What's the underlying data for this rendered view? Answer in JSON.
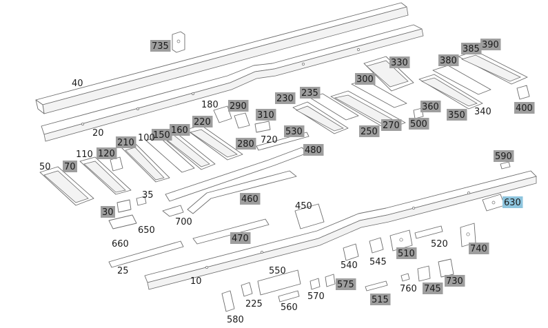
{
  "diagram": {
    "callouts": [
      {
        "id": "735",
        "highlighted": false,
        "boxed": true
      },
      {
        "id": "40",
        "highlighted": false,
        "boxed": false
      },
      {
        "id": "20",
        "highlighted": false,
        "boxed": false
      },
      {
        "id": "330",
        "highlighted": false,
        "boxed": true
      },
      {
        "id": "300",
        "highlighted": false,
        "boxed": true
      },
      {
        "id": "385",
        "highlighted": false,
        "boxed": true
      },
      {
        "id": "390",
        "highlighted": false,
        "boxed": true
      },
      {
        "id": "380",
        "highlighted": false,
        "boxed": true
      },
      {
        "id": "230",
        "highlighted": false,
        "boxed": true
      },
      {
        "id": "235",
        "highlighted": false,
        "boxed": true
      },
      {
        "id": "180",
        "highlighted": false,
        "boxed": false
      },
      {
        "id": "290",
        "highlighted": false,
        "boxed": true
      },
      {
        "id": "360",
        "highlighted": false,
        "boxed": true
      },
      {
        "id": "350",
        "highlighted": false,
        "boxed": true
      },
      {
        "id": "340",
        "highlighted": false,
        "boxed": false
      },
      {
        "id": "400",
        "highlighted": false,
        "boxed": true
      },
      {
        "id": "310",
        "highlighted": false,
        "boxed": true
      },
      {
        "id": "270",
        "highlighted": false,
        "boxed": true
      },
      {
        "id": "500",
        "highlighted": false,
        "boxed": true
      },
      {
        "id": "250",
        "highlighted": false,
        "boxed": true
      },
      {
        "id": "530",
        "highlighted": false,
        "boxed": true
      },
      {
        "id": "220",
        "highlighted": false,
        "boxed": true
      },
      {
        "id": "160",
        "highlighted": false,
        "boxed": true
      },
      {
        "id": "150",
        "highlighted": false,
        "boxed": true
      },
      {
        "id": "100",
        "highlighted": false,
        "boxed": false
      },
      {
        "id": "210",
        "highlighted": false,
        "boxed": true
      },
      {
        "id": "280",
        "highlighted": false,
        "boxed": true
      },
      {
        "id": "720",
        "highlighted": false,
        "boxed": false
      },
      {
        "id": "480",
        "highlighted": false,
        "boxed": true
      },
      {
        "id": "110",
        "highlighted": false,
        "boxed": false
      },
      {
        "id": "120",
        "highlighted": false,
        "boxed": true
      },
      {
        "id": "50",
        "highlighted": false,
        "boxed": false
      },
      {
        "id": "70",
        "highlighted": false,
        "boxed": true
      },
      {
        "id": "590",
        "highlighted": false,
        "boxed": true
      },
      {
        "id": "35",
        "highlighted": false,
        "boxed": false
      },
      {
        "id": "460",
        "highlighted": false,
        "boxed": true
      },
      {
        "id": "630",
        "highlighted": true,
        "boxed": true
      },
      {
        "id": "450",
        "highlighted": false,
        "boxed": false
      },
      {
        "id": "30",
        "highlighted": false,
        "boxed": true
      },
      {
        "id": "700",
        "highlighted": false,
        "boxed": false
      },
      {
        "id": "650",
        "highlighted": false,
        "boxed": false
      },
      {
        "id": "470",
        "highlighted": false,
        "boxed": true
      },
      {
        "id": "660",
        "highlighted": false,
        "boxed": false
      },
      {
        "id": "520",
        "highlighted": false,
        "boxed": false
      },
      {
        "id": "510",
        "highlighted": false,
        "boxed": true
      },
      {
        "id": "740",
        "highlighted": false,
        "boxed": true
      },
      {
        "id": "545",
        "highlighted": false,
        "boxed": false
      },
      {
        "id": "540",
        "highlighted": false,
        "boxed": false
      },
      {
        "id": "25",
        "highlighted": false,
        "boxed": false
      },
      {
        "id": "550",
        "highlighted": false,
        "boxed": false
      },
      {
        "id": "10",
        "highlighted": false,
        "boxed": false
      },
      {
        "id": "730",
        "highlighted": false,
        "boxed": true
      },
      {
        "id": "575",
        "highlighted": false,
        "boxed": true
      },
      {
        "id": "760",
        "highlighted": false,
        "boxed": false
      },
      {
        "id": "745",
        "highlighted": false,
        "boxed": true
      },
      {
        "id": "225",
        "highlighted": false,
        "boxed": false
      },
      {
        "id": "570",
        "highlighted": false,
        "boxed": false
      },
      {
        "id": "515",
        "highlighted": false,
        "boxed": true
      },
      {
        "id": "560",
        "highlighted": false,
        "boxed": false
      },
      {
        "id": "580",
        "highlighted": false,
        "boxed": false
      }
    ],
    "colors": {
      "line": "#6b6b6b",
      "label_box": "#9e9e9e",
      "label_box_highlight": "#8ec5de",
      "text": "#1a1a1a"
    }
  }
}
